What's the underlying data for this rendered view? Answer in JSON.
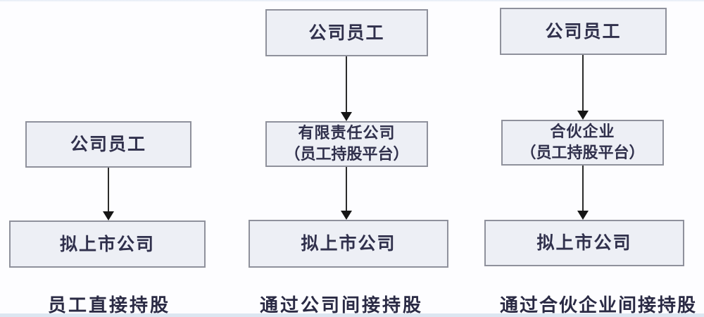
{
  "diagram": {
    "description_type": "flowchart",
    "columns": [
      {
        "caption": "员工直接持股",
        "nodes": [
          {
            "line1": "公司员工"
          },
          {
            "line1": "拟上市公司"
          }
        ]
      },
      {
        "caption": "通过公司间接持股",
        "nodes": [
          {
            "line1": "公司员工"
          },
          {
            "line1": "有限责任公司",
            "line2": "（员工持股平台）"
          },
          {
            "line1": "拟上市公司"
          }
        ]
      },
      {
        "caption": "通过合伙企业间接持股",
        "nodes": [
          {
            "line1": "公司员工"
          },
          {
            "line1": "合伙企业",
            "line2": "（员工持股平台）"
          },
          {
            "line1": "拟上市公司"
          }
        ]
      }
    ],
    "colors": {
      "box_fill": "#edeff5",
      "box_border": "#8f919c",
      "box_text": "#30304c",
      "caption_text": "#2a2a44",
      "arrow": "#161616",
      "background": "#fdfdff",
      "bottom_edge_tint": "#dce6f1"
    }
  }
}
